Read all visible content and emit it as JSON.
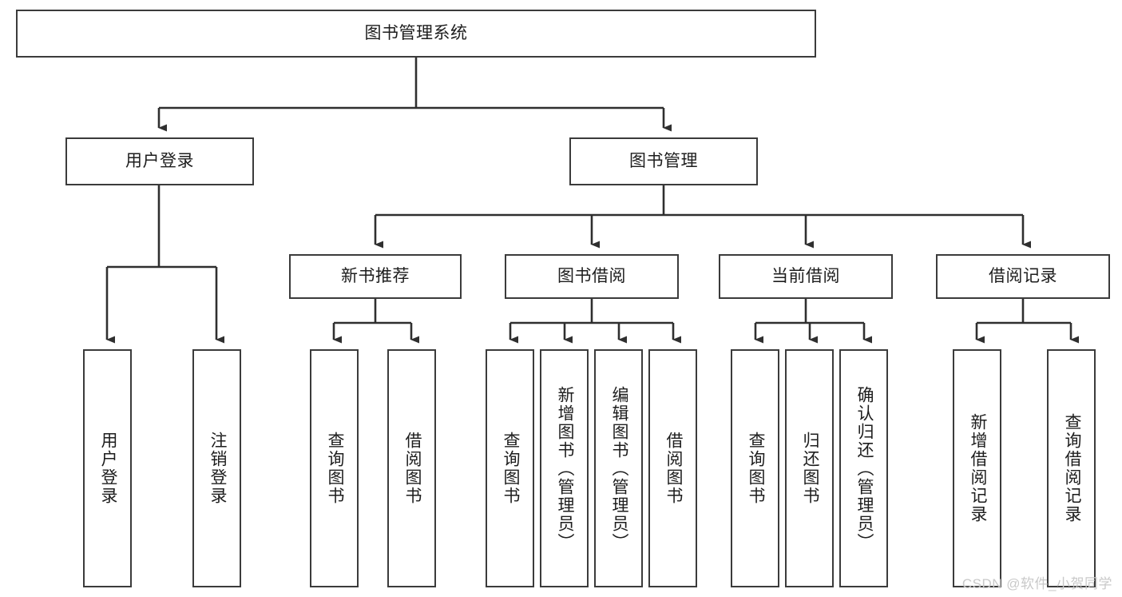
{
  "diagram": {
    "title": "图书管理系统",
    "type": "hierarchy-tree",
    "colors": {
      "box_border": "#3b3b3b",
      "box_fill": "#ffffff",
      "connector": "#2f2f2f",
      "text": "#1d1d1d",
      "watermark": "#c9c9c9",
      "background": "#ffffff"
    },
    "root": {
      "label": "图书管理系统"
    },
    "level1": [
      {
        "id": "user-login",
        "label": "用户登录"
      },
      {
        "id": "book-management",
        "label": "图书管理"
      }
    ],
    "level2": [
      {
        "id": "new-book-recommend",
        "label": "新书推荐",
        "parent": "book-management"
      },
      {
        "id": "book-borrow",
        "label": "图书借阅",
        "parent": "book-management"
      },
      {
        "id": "current-borrow",
        "label": "当前借阅",
        "parent": "book-management"
      },
      {
        "id": "borrow-record",
        "label": "借阅记录",
        "parent": "book-management"
      }
    ],
    "leaves": {
      "user-login": [
        {
          "id": "leaf-user-login",
          "label": "用户登录"
        },
        {
          "id": "leaf-logout-login",
          "label": "注销登录"
        }
      ],
      "new-book-recommend": [
        {
          "id": "leaf-query-book-1",
          "label": "查询图书"
        },
        {
          "id": "leaf-borrow-book-1",
          "label": "借阅图书"
        }
      ],
      "book-borrow": [
        {
          "id": "leaf-query-book-2",
          "label": "查询图书"
        },
        {
          "id": "leaf-add-book",
          "label": "新增图书（管理员）"
        },
        {
          "id": "leaf-edit-book",
          "label": "编辑图书（管理员）"
        },
        {
          "id": "leaf-borrow-book-2",
          "label": "借阅图书"
        }
      ],
      "current-borrow": [
        {
          "id": "leaf-query-book-3",
          "label": "查询图书"
        },
        {
          "id": "leaf-return-book",
          "label": "归还图书"
        },
        {
          "id": "leaf-confirm-return",
          "label": "确认归还（管理员）"
        }
      ],
      "borrow-record": [
        {
          "id": "leaf-add-record",
          "label": "新增借阅记录"
        },
        {
          "id": "leaf-query-record",
          "label": "查询借阅记录"
        }
      ]
    },
    "watermark": "CSDN @软件_小贺同学"
  }
}
